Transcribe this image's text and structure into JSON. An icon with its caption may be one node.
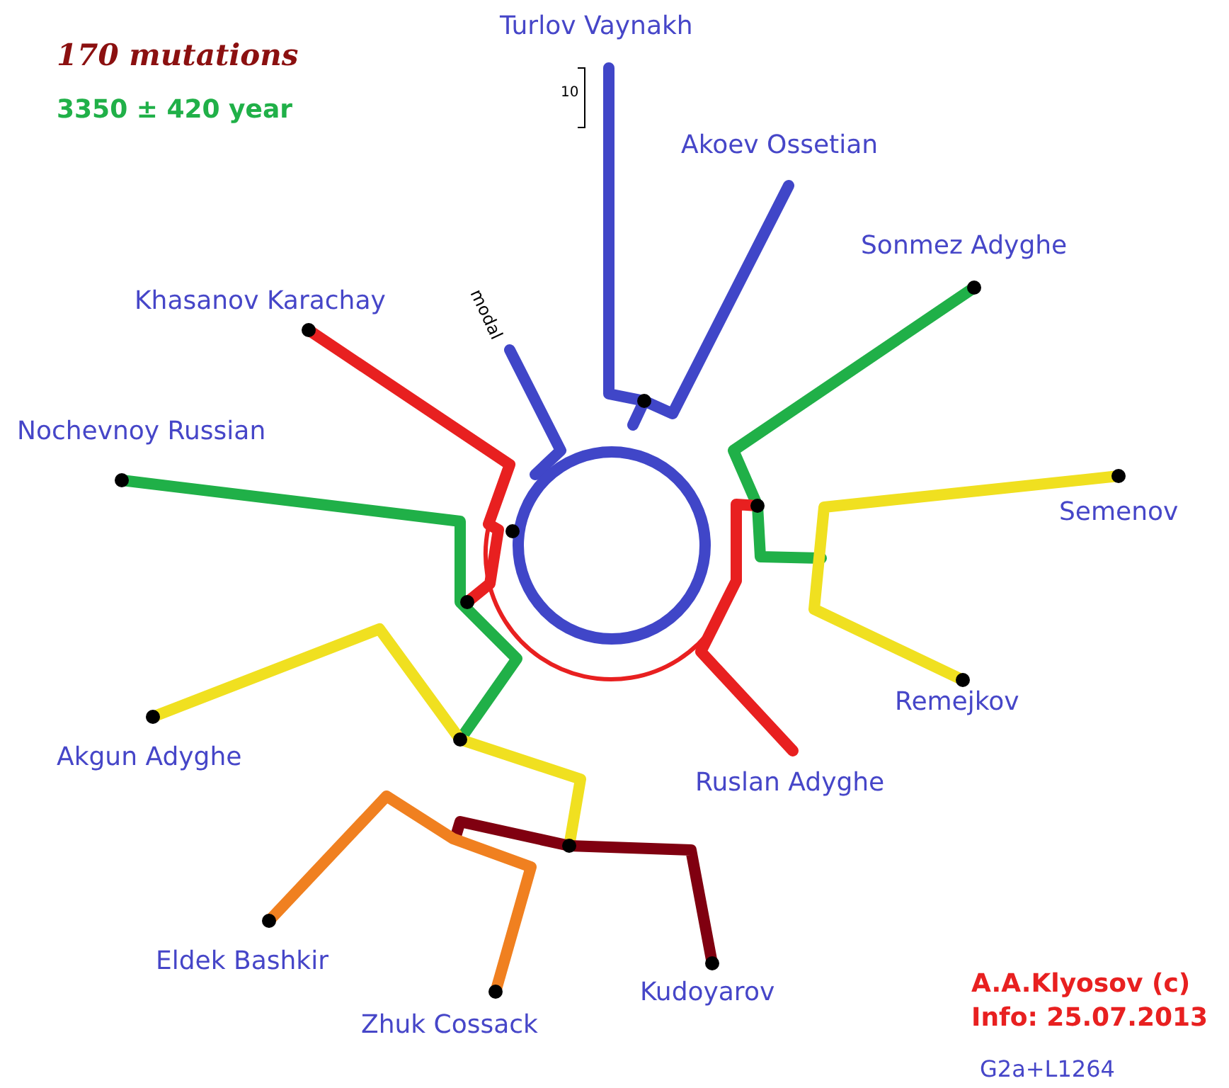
{
  "diagram": {
    "labels": [
      "Turlov Vaynakh",
      "170 mutations",
      "3350 ± 420 year",
      "10",
      "Akoev Ossetian",
      "Sonmez Adyghe",
      "Khasanov Karachay",
      "modal",
      "Nochevnoy Russian",
      "Semenov",
      "Remejkov",
      "Akgun Adyghe",
      "Ruslan Adyghe",
      "Eldek Bashkir",
      "Kudoyarov",
      "Zhuk Cossack",
      "A.A.Klyosov (c)",
      "Info: 25.07.2013",
      "G2a+L1264"
    ]
  }
}
